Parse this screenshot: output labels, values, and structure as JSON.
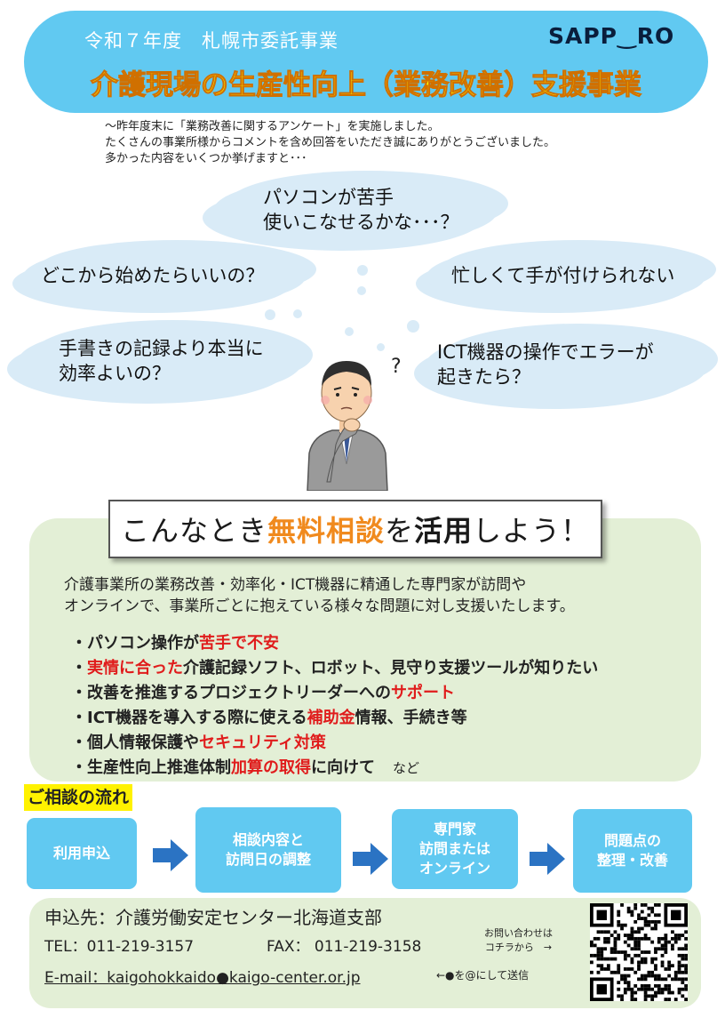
{
  "header": {
    "subtitle": "令和７年度　札幌市委託事業",
    "logo": "SAPP‿RO",
    "title": "介護現場の生産性向上（業務改善）支援事業"
  },
  "intro": [
    "～昨年度末に「業務改善に関するアンケート」を実施しました。",
    "たくさんの事業所様からコメントを含め回答をいただき誠にありがとうございました。",
    "多かった内容をいくつか挙げますと･･･"
  ],
  "clouds": {
    "pc_line1": "パソコンが苦手",
    "pc_line2": "使いこなせるかな･･･？",
    "where": "どこから始めたらいいの？",
    "busy": "忙しくて手が付けられない",
    "handwrite_line1": "手書きの記録より本当に",
    "handwrite_line2": "効率よいの？",
    "ict_line1": "ICT機器の操作でエラーが",
    "ict_line2": "起きたら？",
    "question": "?"
  },
  "banner": {
    "pre": "こんなとき",
    "highlight": "無料相談",
    "mid": "を",
    "bold": "活用",
    "post": "しよう！"
  },
  "description": [
    "介護事業所の業務改善・効率化・ICT機器に精通した専門家が訪問や",
    "オンラインで、事業所ごとに抱えている様々な問題に対し支援いたします。"
  ],
  "bullets": [
    {
      "a": "・パソコン操作が",
      "r": "苦手で不安",
      "b": ""
    },
    {
      "a": "・",
      "r": "実情に合った",
      "b": "介護記録ソフト、ロボット、見守り支援ツールが知りたい"
    },
    {
      "a": "・改善を推進するプロジェクトリーダーへの",
      "r": "サポート",
      "b": ""
    },
    {
      "a": "・ICT機器を導入する際に使える",
      "r": "補助金",
      "b": "情報、手続き等"
    },
    {
      "a": "・個人情報保護や",
      "r": "セキュリティ対策",
      "b": ""
    },
    {
      "a": "・生産性向上推進体制",
      "r": "加算の取得",
      "b": "に向けて"
    }
  ],
  "bullets_suffix": "など",
  "flow": {
    "label": "ご相談の流れ",
    "steps": [
      {
        "line1": "利用申込",
        "line2": "",
        "line3": ""
      },
      {
        "line1": "相談内容と",
        "line2": "訪問日の調整",
        "line3": ""
      },
      {
        "line1": "専門家",
        "line2": "訪問または",
        "line3": "オンライン"
      },
      {
        "line1": "問題点の",
        "line2": "整理・改善",
        "line3": ""
      }
    ]
  },
  "contact": {
    "name": "申込先：介護労働安定センター北海道支部",
    "tel": "TEL：011-219-3157",
    "fax": "FAX： 011-219-3158",
    "email": "E-mail：kaigohokkaido●kaigo-center.or.jp",
    "email_note": "←●を@にして送信",
    "inquiry_line1": "お問い合わせは",
    "inquiry_line2": "コチラから　→"
  },
  "colors": {
    "header_bg": "#61c9f1",
    "title_yellow": "#ffff00",
    "highlight_orange": "#f08a1e",
    "alert_red": "#e01c1c",
    "panel_green": "#e3efd6",
    "cloud_blue": "#d9ebf7",
    "flow_label_yellow": "#fff200"
  },
  "icons": [
    "person-thinking-illustration",
    "arrow-right-icon",
    "qr-code"
  ]
}
